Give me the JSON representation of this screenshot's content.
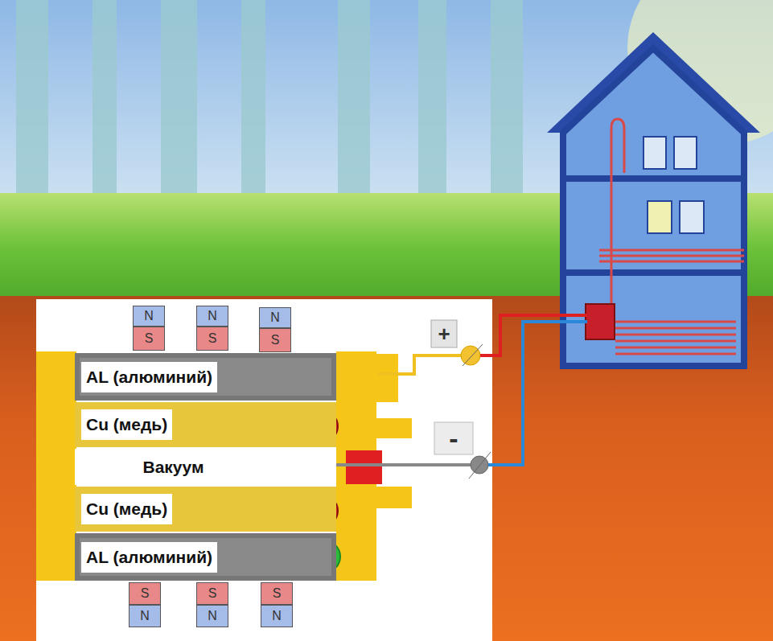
{
  "diagram": {
    "nodes": [
      {
        "text": [
          "N"
        ]
      },
      {
        "text": [
          "S"
        ]
      },
      {
        "text": [
          "N"
        ]
      },
      {
        "text": [
          "S"
        ]
      },
      {
        "text": [
          "N"
        ]
      },
      {
        "text": [
          "S"
        ]
      },
      {
        "text": [
          "AL (алюминий)"
        ]
      },
      {
        "text": [
          "Cu (медь)"
        ]
      },
      {
        "text": [
          "Вакуум"
        ]
      },
      {
        "text": [
          "Cu (медь)"
        ]
      },
      {
        "text": [
          "AL (алюминий)"
        ]
      },
      {
        "text": [
          "S"
        ]
      },
      {
        "text": [
          "N"
        ]
      },
      {
        "text": [
          "S"
        ]
      },
      {
        "text": [
          "N"
        ]
      },
      {
        "text": [
          "S"
        ]
      },
      {
        "text": [
          "N"
        ]
      }
    ],
    "labels": [
      "+",
      "-"
    ]
  }
}
